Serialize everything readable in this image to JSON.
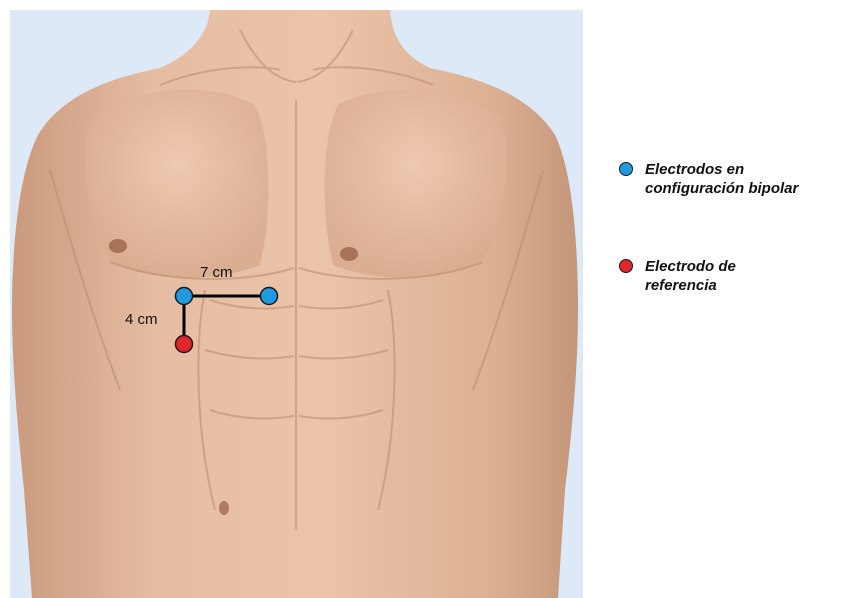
{
  "colors": {
    "bipolar_electrode": "#1e9be0",
    "reference_electrode": "#e0252d",
    "background_panel": "#dde9f7",
    "skin": "#e2b69a"
  },
  "diagram": {
    "horizontal_distance_label": "7 cm",
    "vertical_distance_label": "4 cm"
  },
  "legend": {
    "items": [
      {
        "text": "Electrodos en\nconfiguración bipolar",
        "color": "#1e9be0"
      },
      {
        "text": "Electrodo de\nreferencia",
        "color": "#e0252d"
      }
    ]
  }
}
